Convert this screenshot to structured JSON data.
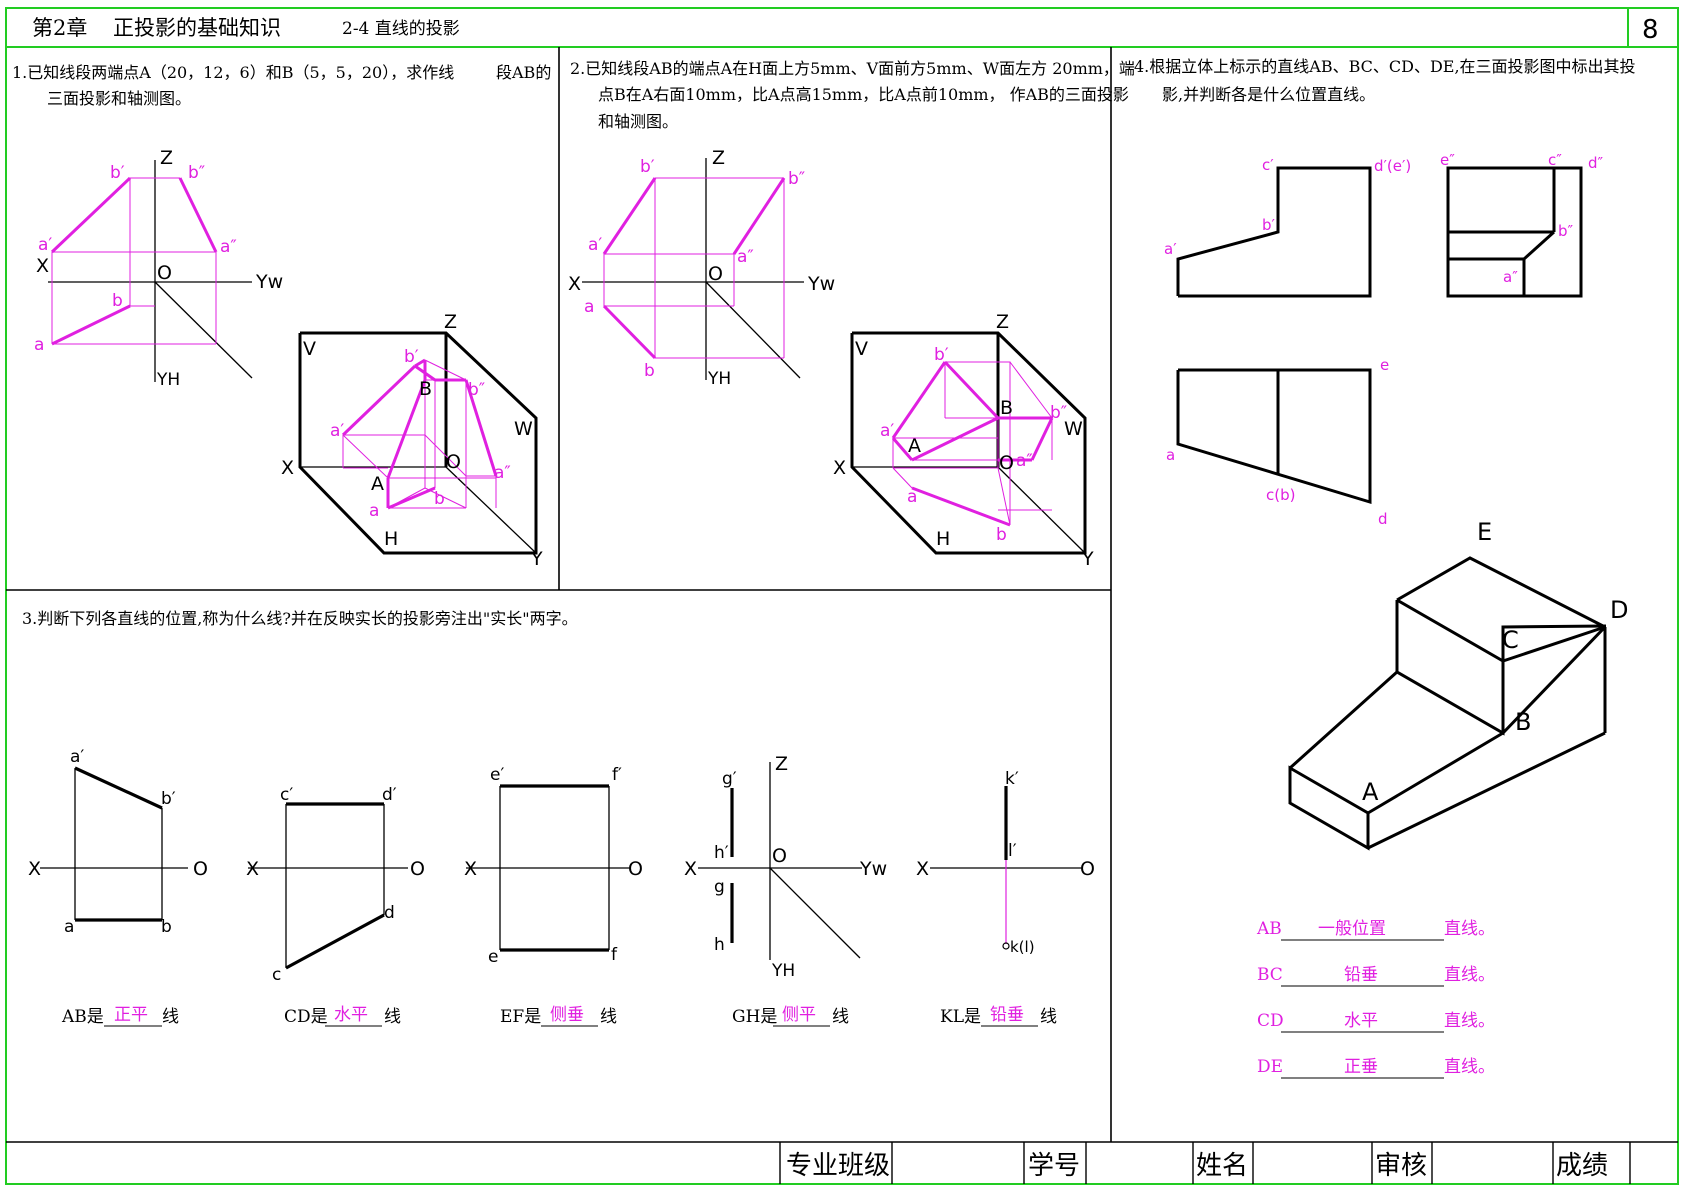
{
  "header": {
    "chapter": "第2章",
    "title": "正投影的基础知识",
    "section": "2-4 直线的投影",
    "page_number": "8"
  },
  "problem1": {
    "text_line1": "1.已知线段两端点A（20，12，6）和B（5，5，20），求作线",
    "text_line1_tail": "段AB的",
    "text_line2": "三面投影和轴测图。"
  },
  "problem2": {
    "text_line1": "2.已知线段AB的端点A在H面上方5mm、V面前方5mm、W面左方 20mm，端",
    "text_line2": "点B在A右面10mm，比A点高15mm，比A点前10mm， 作AB的三面投影",
    "text_line3": "和轴测图。"
  },
  "problem3": {
    "text": "3.判断下列各直线的位置,称为什么线?并在反映实长的投影旁注出\"实长\"两字。",
    "answers": [
      {
        "prefix": "AB是",
        "answer": "正平",
        "suffix": "线"
      },
      {
        "prefix": "CD是",
        "answer": "水平",
        "suffix": "线"
      },
      {
        "prefix": "EF是",
        "answer": "侧垂",
        "suffix": "线"
      },
      {
        "prefix": "GH是",
        "answer": "侧平",
        "suffix": "线"
      },
      {
        "prefix": "KL是",
        "answer": "铅垂",
        "suffix": "线"
      }
    ]
  },
  "problem4": {
    "text_line1": "4.根据立体上标示的直线AB、BC、CD、DE,在三面投影图中标出其投",
    "text_line2": "影,并判断各是什么位置直线。",
    "answers": [
      {
        "line": "AB",
        "answer": "一般位置",
        "suffix": "直线。"
      },
      {
        "line": "BC",
        "answer": "铅垂",
        "suffix": "直线。"
      },
      {
        "line": "CD",
        "answer": "水平",
        "suffix": "直线。"
      },
      {
        "line": "DE",
        "answer": "正垂",
        "suffix": "直线。"
      }
    ]
  },
  "labels": {
    "X": "X",
    "O": "O",
    "Z": "Z",
    "Yw": "Yw",
    "YH": "YH",
    "Y": "Y",
    "V": "V",
    "W": "W",
    "H": "H",
    "A": "A",
    "B": "B",
    "C": "C",
    "D": "D",
    "E": "E",
    "a": "a",
    "b": "b",
    "c": "c",
    "d": "d",
    "e": "e",
    "f": "f",
    "g": "g",
    "h": "h",
    "a1": "a′",
    "b1": "b′",
    "c1": "c′",
    "d1": "d′",
    "e1": "e′",
    "f1": "f′",
    "g1": "g′",
    "h1": "h′",
    "k1": "k′",
    "l1": "l′",
    "a2": "a″",
    "b2": "b″",
    "c2": "c″",
    "d2": "d″",
    "e2": "e″",
    "d1e1": "d′(e′)",
    "cb": "c(b)",
    "kl": "k(l)"
  },
  "footer": {
    "major_class": "专业班级",
    "student_id": "学号",
    "name": "姓名",
    "review": "审核",
    "score": "成绩"
  },
  "colors": {
    "frame": "#22cc22",
    "answer": "#e020e0",
    "line": "#000000"
  }
}
